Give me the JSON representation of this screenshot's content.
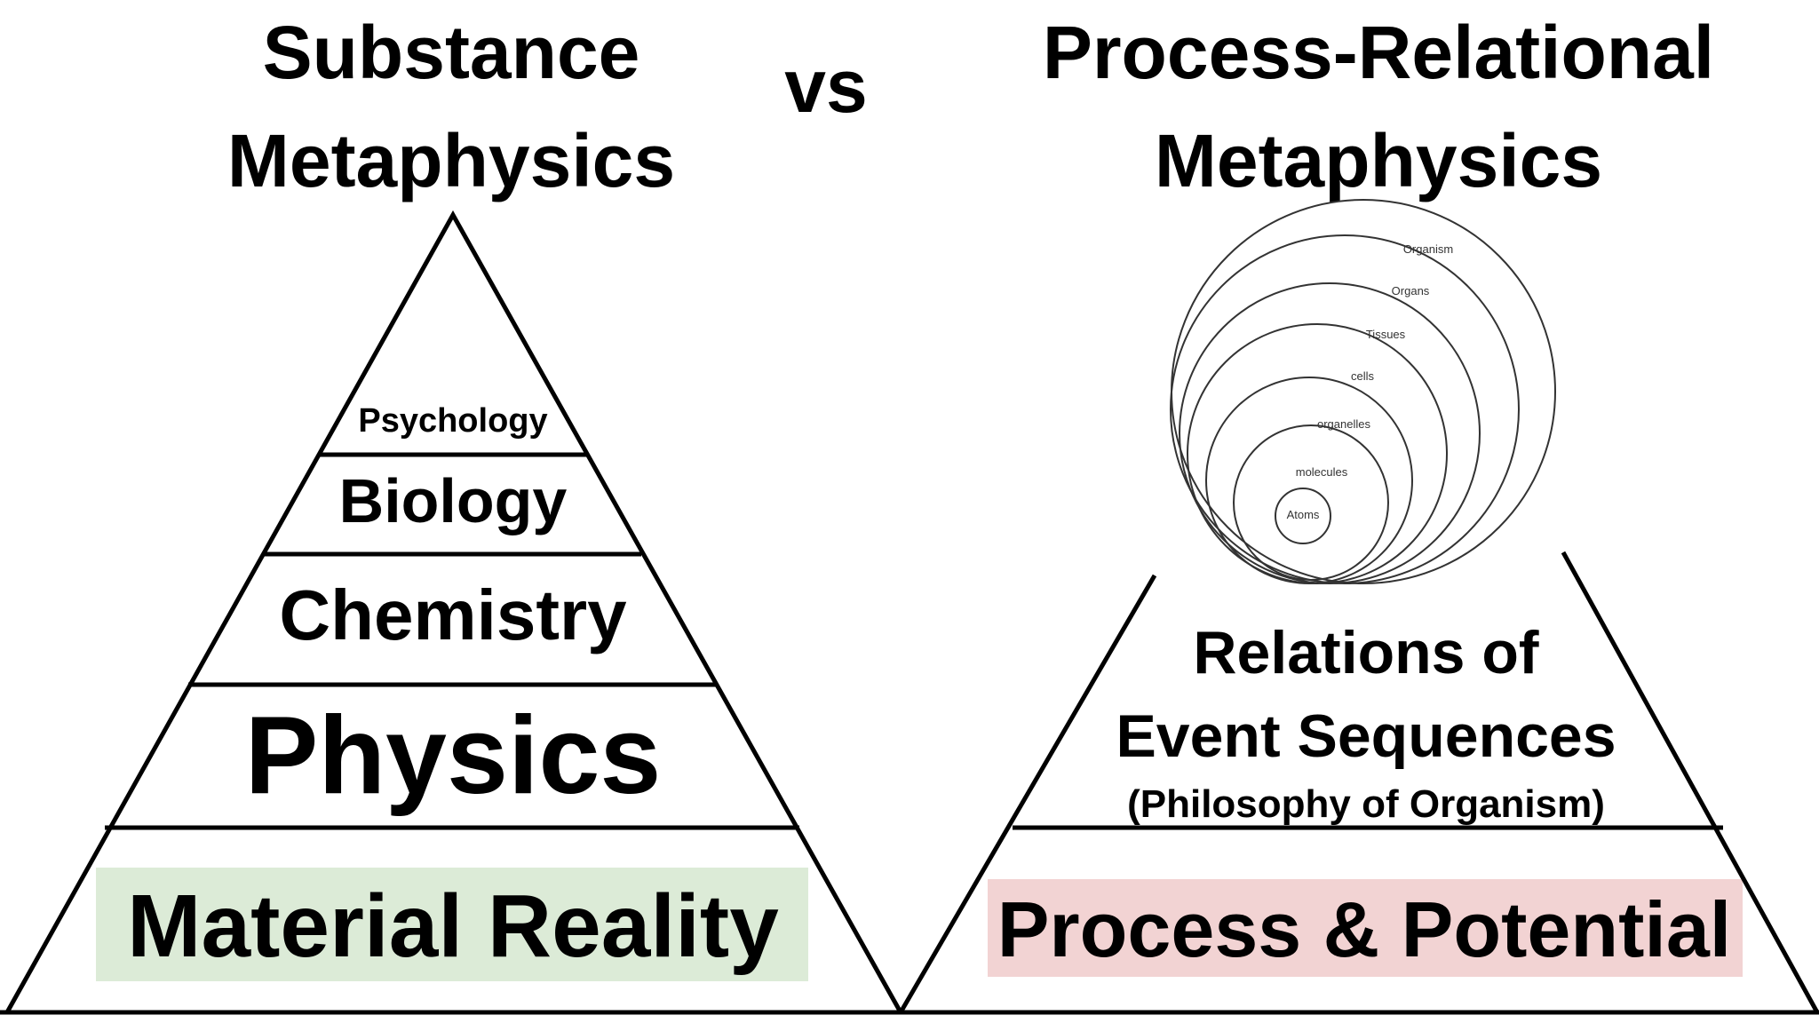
{
  "left": {
    "title_line1": "Substance",
    "title_line2": "Metaphysics",
    "layers": [
      "Psychology",
      "Biology",
      "Chemistry",
      "Physics"
    ],
    "base": "Material Reality",
    "base_color": "#dcebd7"
  },
  "vs": "vs",
  "right": {
    "title_line1": "Process-Relational",
    "title_line2": "Metaphysics",
    "circles": [
      "Organism",
      "Organs",
      "Tissues",
      "cells",
      "organelles",
      "molecules",
      "Atoms"
    ],
    "middle_line1": "Relations of",
    "middle_line2": "Event Sequences",
    "middle_line3": "(Philosophy of  Organism)",
    "base": "Process & Potential",
    "base_color": "#f2d3d3"
  }
}
